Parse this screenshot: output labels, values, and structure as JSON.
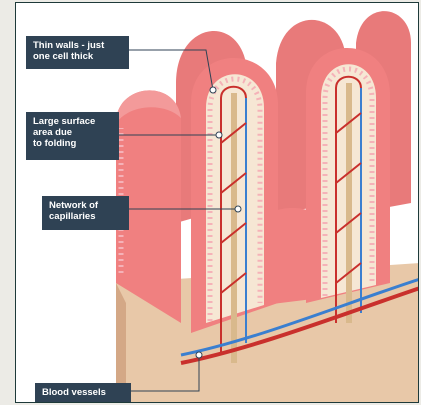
{
  "labels": {
    "thin_walls": "Thin walls - just\none cell thick",
    "surface_area": "Large surface\narea due\nto folding",
    "capillaries": "Network of\ncapillaries",
    "blood_vessels": "Blood vessels"
  },
  "colors": {
    "villus_pink": "#f08080",
    "villus_inner": "#f6e7d4",
    "cell_dots": "#f5b2b8",
    "capillary_red": "#c9302c",
    "capillary_blue": "#3a7fd0",
    "lacteal": "#d9b98c",
    "label_bg": "#2f4254",
    "frame_border": "#1e3a3a"
  }
}
